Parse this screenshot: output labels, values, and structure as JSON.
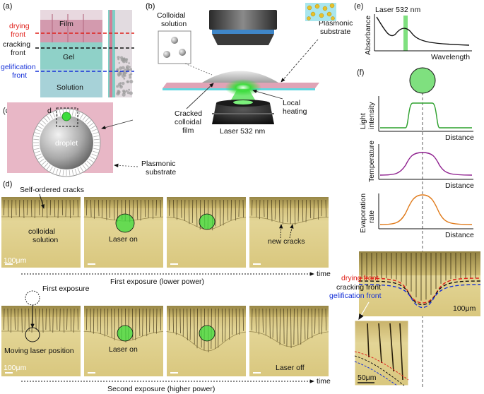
{
  "panels": {
    "a": {
      "label": "(a)",
      "layers": {
        "film": "Film",
        "gel": "Gel",
        "solution": "Solution"
      },
      "fronts": [
        {
          "lines": [
            "drying",
            "front"
          ],
          "color": "#e0201a"
        },
        {
          "lines": [
            "cracking",
            "front"
          ],
          "color": "#111111"
        },
        {
          "lines": [
            "gelification",
            "front"
          ],
          "color": "#1530d8"
        }
      ]
    },
    "b": {
      "label": "(b)",
      "colloidal_solution": [
        "Colloidal",
        "solution"
      ],
      "plasmonic_substrate": [
        "Plasmonic",
        "substrate"
      ],
      "local_heating": [
        "Local",
        "heating"
      ],
      "cracked_film": [
        "Cracked",
        "colloidal",
        "film"
      ],
      "laser": "Laser 532 nm"
    },
    "c": {
      "label": "(c)",
      "droplet": "droplet",
      "d_marker": "d",
      "plasmonic_substrate": [
        "Plasmonic",
        "substrate"
      ]
    },
    "d": {
      "label": "(d)",
      "self_ordered": "Self-ordered cracks",
      "colloidal_solution": [
        "colloidal",
        "solution"
      ],
      "laser_on": "Laser on",
      "new_cracks": "new cracks",
      "first_exposure_axis": "First exposure (lower power)",
      "time": "time",
      "first_exposure_marker": "First exposure",
      "moving_laser": "Moving laser position",
      "laser_off": "Laser off",
      "second_exposure_axis": "Second exposure (higher power)",
      "scale": "100μm"
    },
    "e": {
      "label": "(e)",
      "laser": "Laser 532 nm",
      "ylabel": "Absorbance",
      "xlabel": "Wavelength",
      "laser_color": "#7fe07f"
    },
    "f": {
      "label": "(f)",
      "plots": [
        {
          "ylabel": [
            "Light",
            "intensity"
          ],
          "xlabel": "Distance",
          "color": "#2ca02c"
        },
        {
          "ylabel": [
            "Temperature"
          ],
          "xlabel": "Distance",
          "color": "#8e1f8e"
        },
        {
          "ylabel": [
            "Evaporation",
            "rate"
          ],
          "xlabel": "Distance",
          "color": "#e07a1a"
        }
      ],
      "fronts": [
        {
          "text": "drying front",
          "color": "#e0201a"
        },
        {
          "text": "cracking front",
          "color": "#111111"
        },
        {
          "text": "gelification front",
          "color": "#1530d8"
        }
      ],
      "scale_large": "100μm",
      "scale_small": "50μm"
    }
  },
  "colors": {
    "film": "#c98fa4",
    "gel": "#95d2cc",
    "solution": "#a4cfd3",
    "substrate": "#e8b7c6",
    "substrate_cyan": "#62d6e0",
    "laser_green": "#3cdc3c",
    "micro_yellow": "#d8c57c"
  }
}
